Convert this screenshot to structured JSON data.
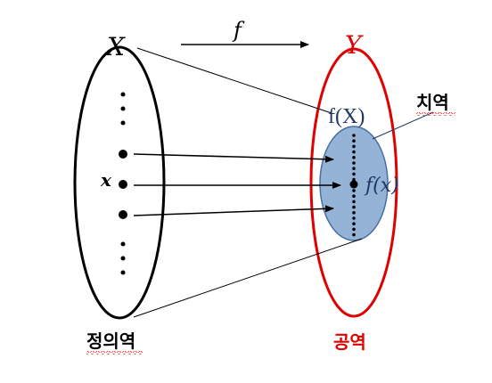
{
  "labels": {
    "domain_set": "X",
    "codomain_set": "Y",
    "function": "f",
    "image_set": "f(X)",
    "element": "x",
    "image_element": "f(x)",
    "domain_name": "정의역",
    "codomain_name": "공역",
    "range_name": "치역"
  },
  "colors": {
    "codomain": "#e00000",
    "range_fill": "#95b3d7",
    "range_stroke": "#4a6fa0",
    "ink": "#000000",
    "range_text": "#1f3864",
    "spellcheck": "#ff0000"
  }
}
